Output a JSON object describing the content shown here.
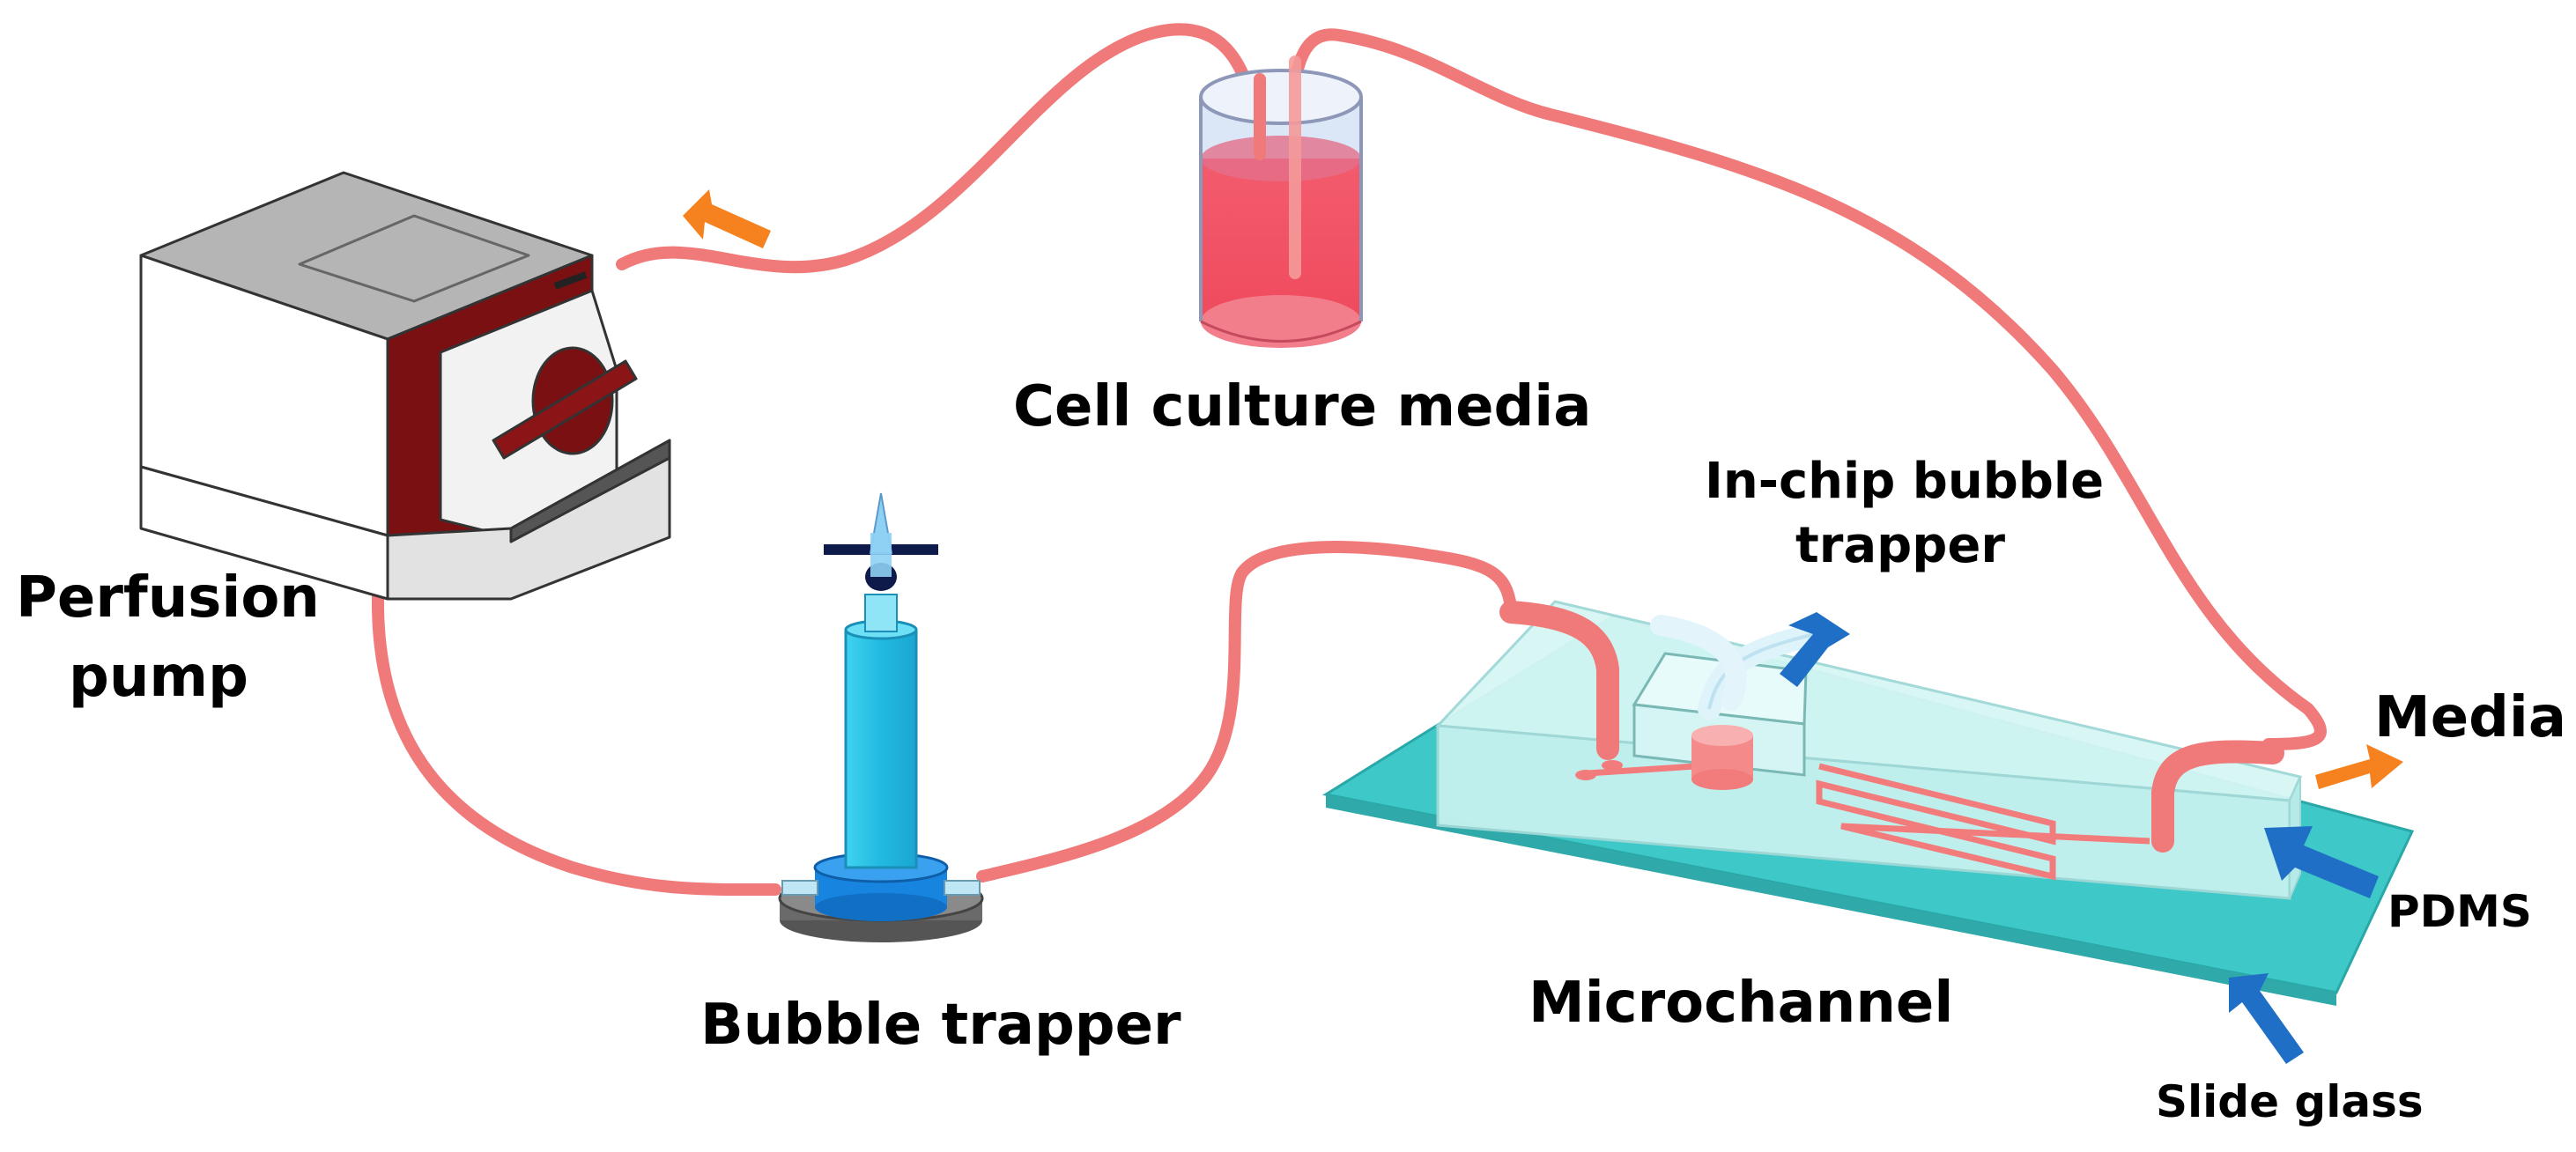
{
  "labels": {
    "perfusion_pump_line1": "Perfusion",
    "perfusion_pump_line2": "pump",
    "cell_culture_media": "Cell culture media",
    "bubble_trapper": "Bubble trapper",
    "microchannel": "Microchannel",
    "in_chip_bubble_trapper_line1": "In-chip bubble",
    "in_chip_bubble_trapper_line2": "trapper",
    "media": "Media",
    "pdms": "PDMS",
    "slide_glass": "Slide glass"
  },
  "colors": {
    "tubing": "#f07a7a",
    "media_liquid": "#f04a5e",
    "flow_arrow": "#f5821f",
    "pointer_arrow": "#1f6fc6",
    "glass": "#3ec8c8",
    "pdms": "#c8f4f2",
    "pump_accent": "#7a0e10",
    "trapper_body": "#29c3e6",
    "trapper_base": "#1784e0"
  }
}
